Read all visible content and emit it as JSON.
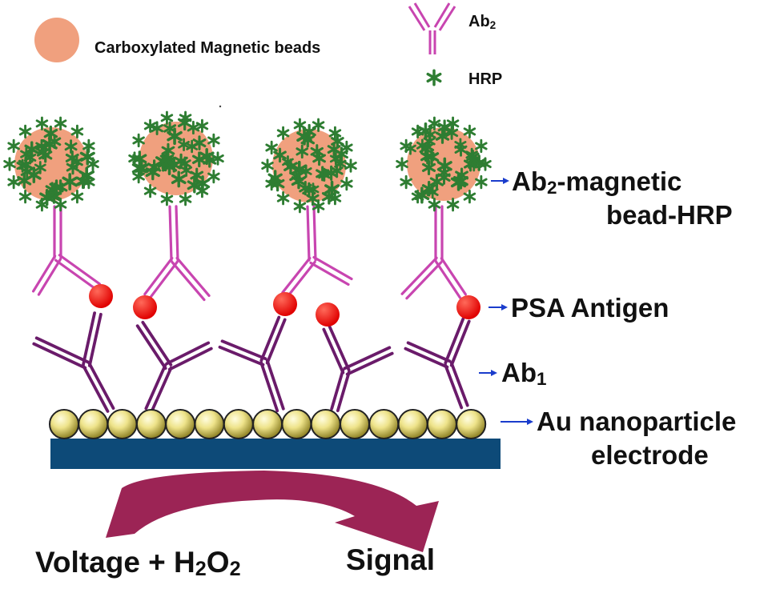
{
  "legend": {
    "bead_label": "Carboxylated Magnetic beads",
    "ab2_label": "Ab",
    "ab2_sub": "2",
    "hrp_label": "HRP"
  },
  "labels": {
    "ab2_bead_line1_main": "Ab",
    "ab2_bead_line1_sub": "2",
    "ab2_bead_line1_rest": "-magnetic",
    "ab2_bead_line2": "bead-HRP",
    "psa_antigen": "PSA Antigen",
    "ab1_main": "Ab",
    "ab1_sub": "1",
    "au_line1": "Au nanoparticle",
    "au_line2": "electrode"
  },
  "bottom": {
    "voltage_main": "Voltage + H",
    "voltage_sub1": "2",
    "voltage_mid": "O",
    "voltage_sub2": "2",
    "signal": "Signal"
  },
  "colors": {
    "bead": "#f0a07e",
    "hrp": "#2e7d32",
    "ab2": "#c845b0",
    "ab1": "#6a1b6a",
    "antigen": "#ee1111",
    "gold": "#e8df7a",
    "electrode": "#0d4a78",
    "arrow": "#9c2455",
    "pointer": "#1a3ccc"
  },
  "icons": [
    "magnetic-bead-icon",
    "antibody-icon",
    "hrp-star-icon",
    "curved-arrow-icon"
  ]
}
